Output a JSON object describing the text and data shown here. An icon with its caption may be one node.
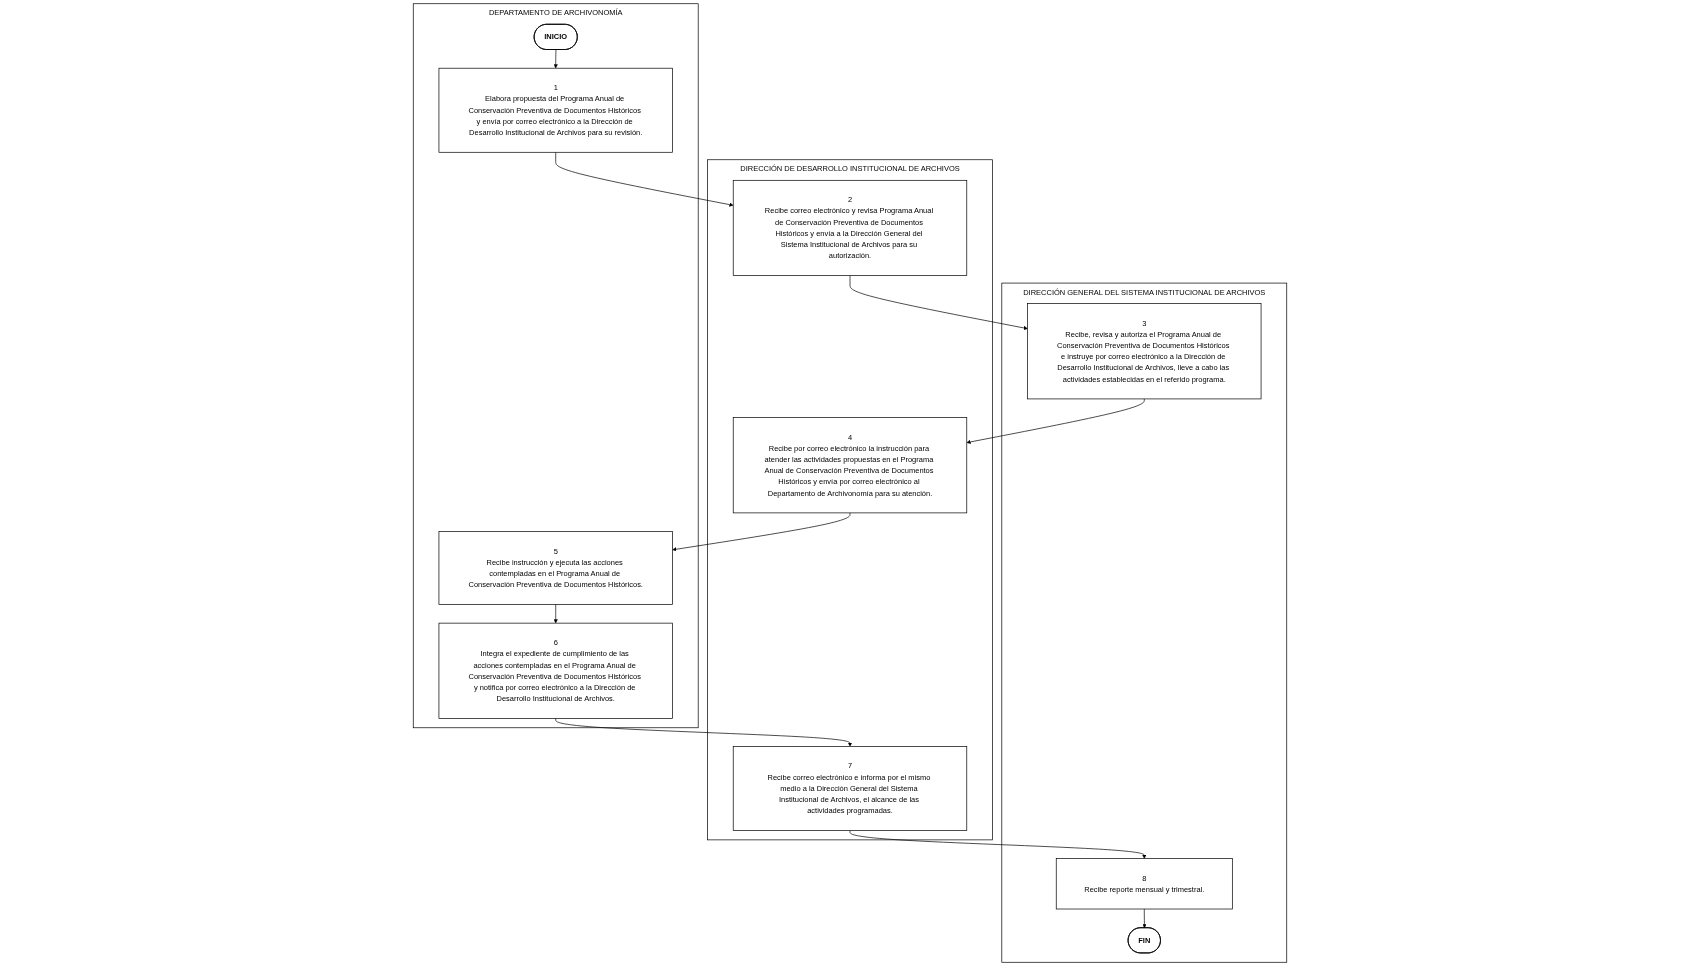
{
  "diagram": {
    "nodes": [
      {
        "text": [
          "DEPARTAMENTO DE ARCHIVONOMÍA"
        ]
      },
      {
        "text": [
          "DIRECCIÓN DE DESARROLLO INSTITUCIONAL DE ARCHIVOS"
        ]
      },
      {
        "text": [
          "DIRECCIÓN GENERAL DEL SISTEMA INSTITUCIONAL DE ARCHIVOS"
        ]
      },
      {
        "text": [
          "INICIO"
        ],
        "in": 0
      },
      {
        "text": [
          "1",
          "Elabora propuesta del Programa Anual de Conservación Preventiva de Documentos Históricos y envía por correo electrónico a la Dirección de Desarrollo Institucional de Archivos para su revisión."
        ],
        "in": 0
      },
      {
        "text": [
          "2",
          "Recibe correo electrónico y revisa Programa Anual de Conservación Preventiva de Documentos Históricos y envía a la Dirección General del Sistema Institucional de Archivos para su autorización."
        ],
        "in": 1
      },
      {
        "text": [
          "3",
          "Recibe, revisa y autoriza el Programa Anual de Conservación Preventiva de Documentos Históricos e instruye por correo electrónico a la Dirección de Desarrollo Institucional de Archivos, lleve a cabo las actividades establecidas en el referido programa."
        ],
        "in": 2
      },
      {
        "text": [
          "4",
          "Recibe por correo electrónico la instrucción para atender las actividades propuestas en el Programa Anual de Conservación Preventiva de Documentos Históricos y envía por correo electrónico al Departamento de Archivonomía para su atención."
        ],
        "in": 1
      },
      {
        "text": [
          "5",
          "Recibe instrucción y ejecuta las acciones contempladas en el Programa Anual de Conservación Preventiva de Documentos Históricos."
        ],
        "in": 0
      },
      {
        "text": [
          "6",
          "Integra el expediente de cumplimiento de las acciones contempladas en el Programa Anual de Conservación Preventiva de Documentos Históricos y notifica por correo electrónico a la Dirección de Desarrollo Institucional de Archivos."
        ],
        "in": 0
      },
      {
        "text": [
          "7",
          "Recibe correo electrónico e informa por el mismo medio a la Dirección General del Sistema Institucional de Archivos, el alcance de las actividades programadas."
        ],
        "in": 1
      },
      {
        "text": [
          "8",
          "Recibe reporte mensual y trimestral."
        ],
        "in": 2
      },
      {
        "text": [
          "FIN"
        ],
        "in": 2
      }
    ],
    "edges": [
      {
        "from": 3,
        "to": 4,
        "arrow": "to"
      },
      {
        "from": 4,
        "to": 5,
        "arrow": "to"
      },
      {
        "from": 5,
        "to": 6,
        "arrow": "to"
      },
      {
        "from": 6,
        "to": 7,
        "arrow": "to"
      },
      {
        "from": 7,
        "to": 8,
        "arrow": "to"
      },
      {
        "from": 8,
        "to": 9,
        "arrow": "to"
      },
      {
        "from": 9,
        "to": 10,
        "arrow": "to"
      },
      {
        "from": 10,
        "to": 11,
        "arrow": "to"
      },
      {
        "from": 11,
        "to": 12,
        "arrow": "to"
      }
    ]
  }
}
